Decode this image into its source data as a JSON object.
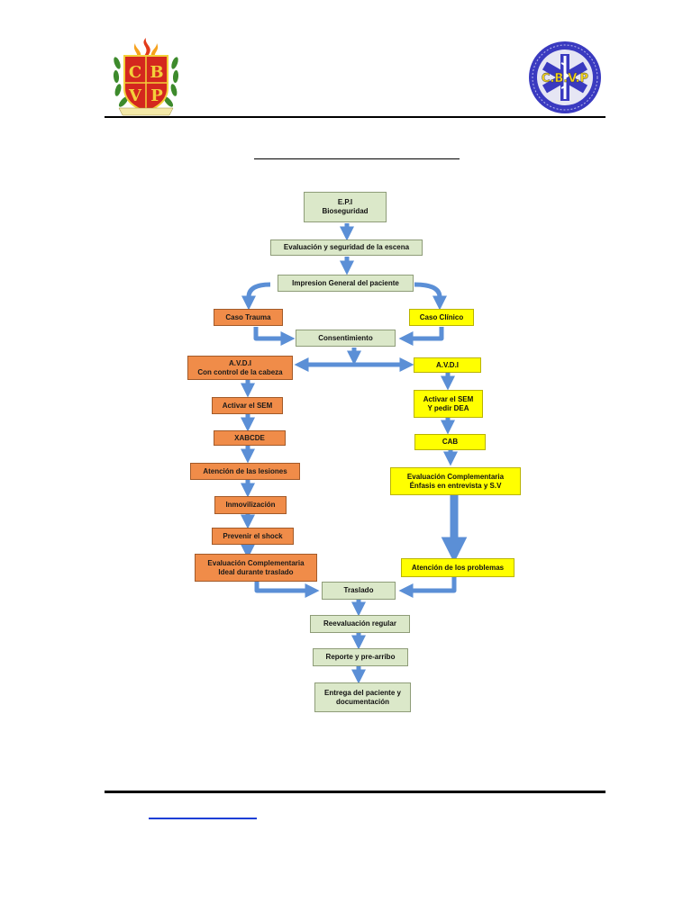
{
  "header": {
    "left_logo": {
      "letters": [
        "C",
        "B",
        "V",
        "P"
      ]
    },
    "right_logo": {
      "text": "C.B.V.P"
    }
  },
  "flowchart": {
    "epi": [
      "E.P.I",
      "Bioseguridad"
    ],
    "scene": "Evaluación y seguridad de la escena",
    "impression": "Impresion General del paciente",
    "trauma": "Caso Trauma",
    "clinical": "Caso Clínico",
    "consent": "Consentimiento",
    "left": {
      "avdi": [
        "A.V.D.I",
        "Con control de la cabeza"
      ],
      "sem": "Activar el SEM",
      "xabcde": "XABCDE",
      "lesions": "Atención de las lesiones",
      "immobilization": "Inmovilización",
      "shock": "Prevenir el shock",
      "complementary": [
        "Evaluación Complementaria",
        "Ideal durante traslado"
      ]
    },
    "right": {
      "avdi": "A.V.D.I",
      "sem": [
        "Activar el SEM",
        "Y pedir DEA"
      ],
      "cab": "CAB",
      "complementary": [
        "Evaluación Complementaria",
        "Énfasis en entrevista  y S.V"
      ],
      "problems": "Atención de los problemas"
    },
    "transfer": "Traslado",
    "reevaluation": "Reevaluación regular",
    "report": "Reporte y pre-arribo",
    "delivery": [
      "Entrega del paciente y",
      "documentación"
    ]
  },
  "colors": {
    "green": "#dbe8c9",
    "orange": "#f08c49",
    "yellow": "#ffff00",
    "arrow": "#5b8fd6"
  }
}
